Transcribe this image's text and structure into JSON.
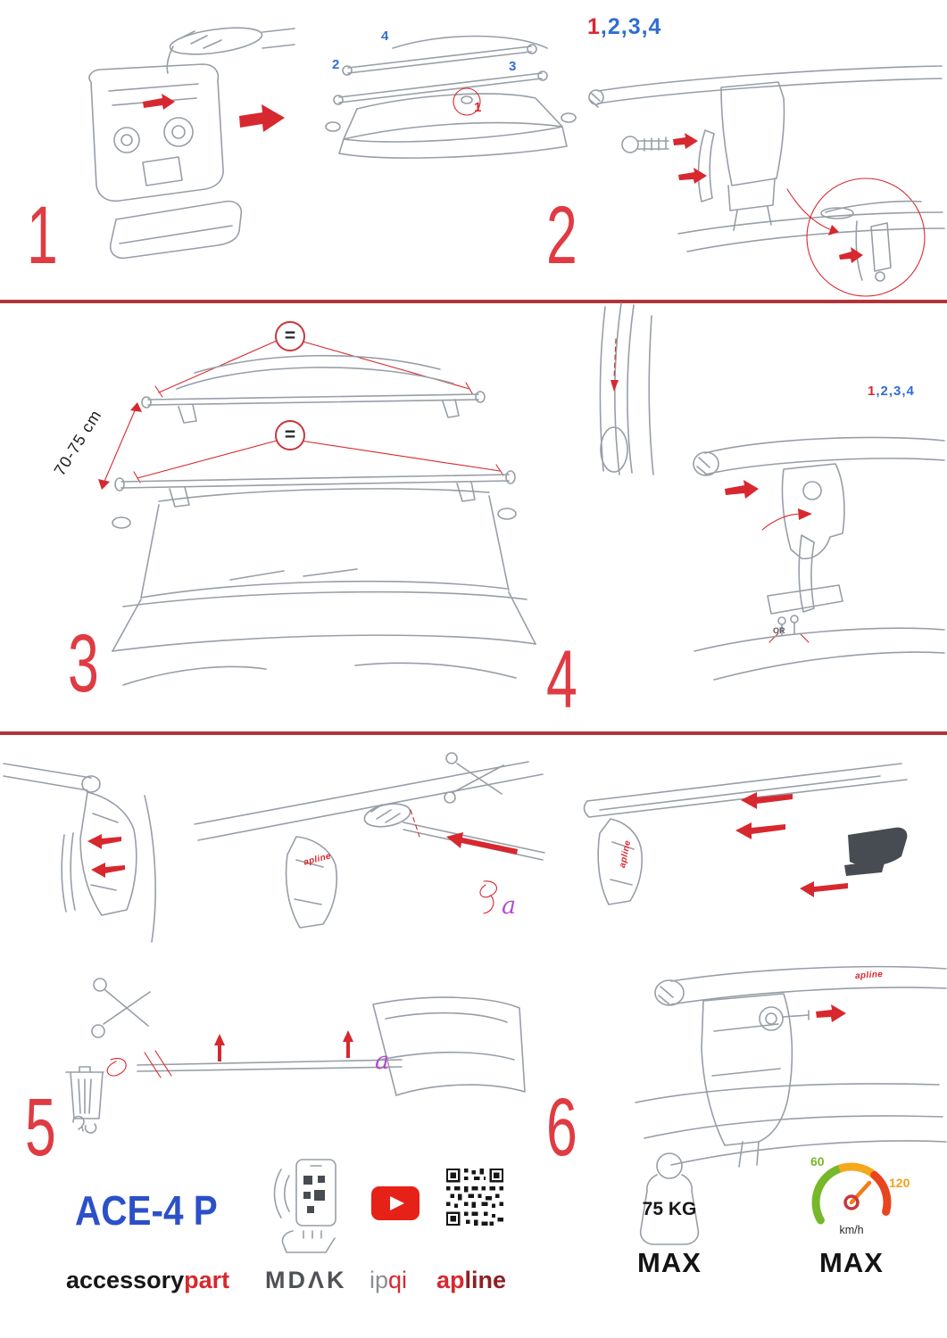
{
  "colors": {
    "accent_red": "#d7282f",
    "accent_blue": "#2f6fd0",
    "accent_purple": "#b44bd2",
    "lineart_gray": "#979ea7"
  },
  "steps": {
    "step1": {
      "number": "1"
    },
    "step2": {
      "number": "2",
      "sequence_red": "1",
      "sequence_blue": ",2,3,4"
    },
    "step3": {
      "number": "3",
      "measurement": "70-75 cm",
      "equal_sign": "="
    },
    "step4": {
      "number": "4",
      "sequence_red": "1",
      "sequence_blue": ",2,3,4",
      "or_label": "OR"
    },
    "step5": {
      "number": "5",
      "item_letter": "a"
    },
    "step6": {
      "number": "6"
    }
  },
  "roof_positions": {
    "pos1": "1",
    "pos2": "2",
    "pos3": "3",
    "pos4": "4"
  },
  "branding": {
    "product_name": "ACE-4 P",
    "company_name_black": "accessory",
    "company_name_red": "part",
    "brand_mdak": "MDΛK",
    "brand_ipqi_gray": "ip",
    "brand_ipqi_red": "qi",
    "brand_apline_red": "ap",
    "brand_apline_dark": "line",
    "part_logo": "apline"
  },
  "limits": {
    "weight_value": "75 KG",
    "weight_max_label": "MAX",
    "speed_max_label": "MAX",
    "speed_unit": "km/h",
    "speed_green_tick": "60",
    "speed_red_tick": "120"
  }
}
